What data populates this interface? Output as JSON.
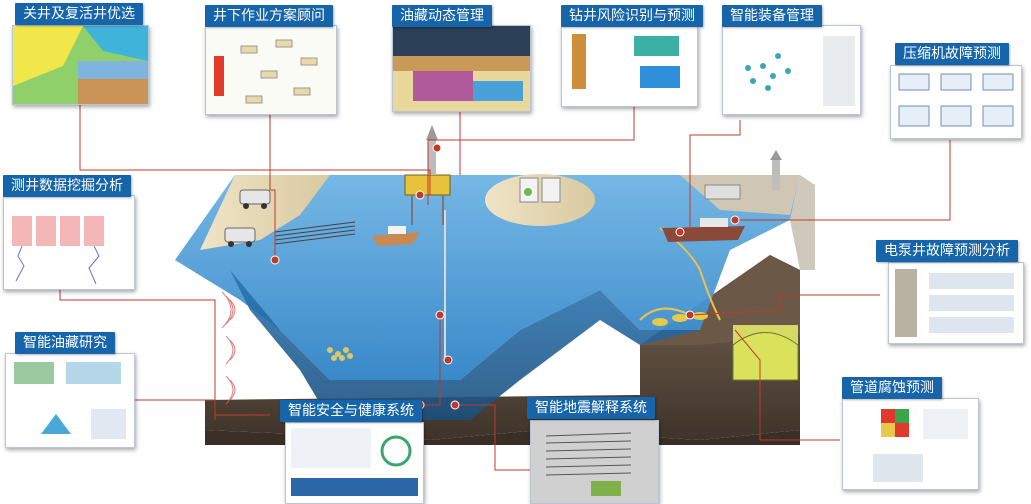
{
  "modules": [
    {
      "id": "well-selection",
      "label": "关井及复活井优选"
    },
    {
      "id": "workover-advisor",
      "label": "井下作业方案顾问"
    },
    {
      "id": "reservoir-dynamics",
      "label": "油藏动态管理"
    },
    {
      "id": "drilling-risk",
      "label": "钻井风险识别与预测"
    },
    {
      "id": "equipment-mgmt",
      "label": "智能装备管理"
    },
    {
      "id": "compressor-fault",
      "label": "压缩机故障预测"
    },
    {
      "id": "logging-mining",
      "label": "测井数据挖掘分析"
    },
    {
      "id": "esp-fault",
      "label": "电泵井故障预测分析"
    },
    {
      "id": "reservoir-research",
      "label": "智能油藏研究"
    },
    {
      "id": "hse-system",
      "label": "智能安全与健康系统"
    },
    {
      "id": "seismic-interp",
      "label": "智能地震解释系统"
    },
    {
      "id": "pipeline-corrosion",
      "label": "管道腐蚀预测"
    }
  ],
  "colors": {
    "title_bg": "#1664a9",
    "title_text": "#ffffff",
    "connector": "#c0392b",
    "sea": "#3a8fcf",
    "ground": "#5a4a3a"
  }
}
